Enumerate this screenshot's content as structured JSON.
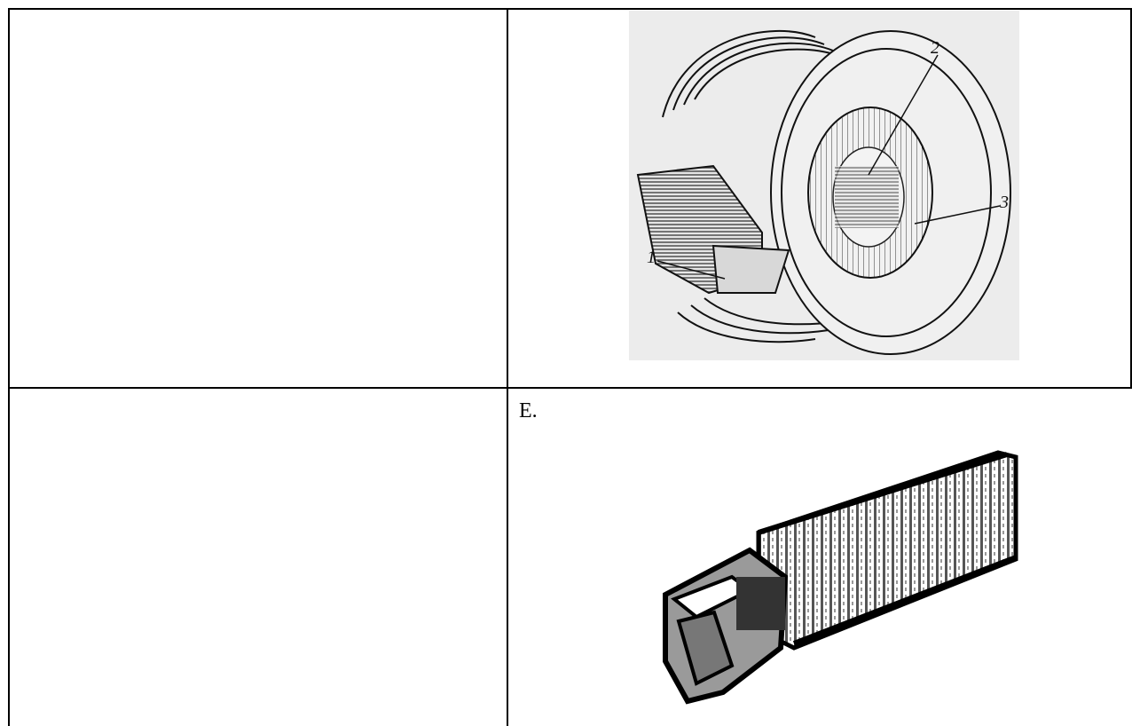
{
  "table": {
    "row2_label": "Е."
  },
  "figure1": {
    "callouts": [
      "1",
      "2",
      "3"
    ]
  }
}
